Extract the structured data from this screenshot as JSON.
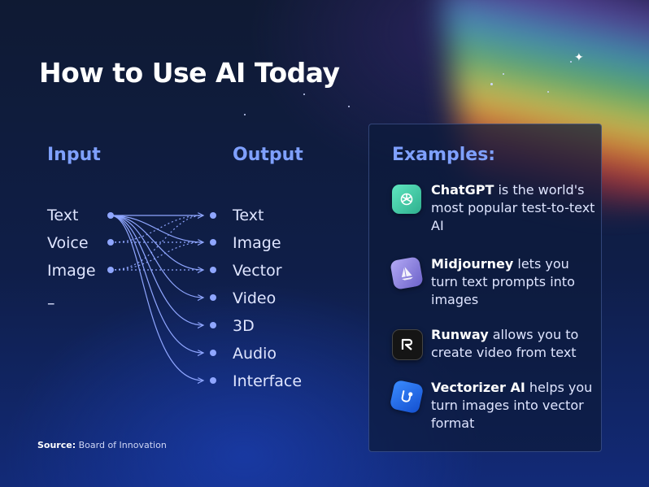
{
  "title": "How to Use AI Today",
  "input": {
    "heading": "Input",
    "items": [
      "Text",
      "Voice",
      "Image",
      "–"
    ]
  },
  "output": {
    "heading": "Output",
    "items": [
      "Text",
      "Image",
      "Vector",
      "Video",
      "3D",
      "Audio",
      "Interface"
    ]
  },
  "examples": {
    "heading": "Examples:",
    "items": [
      {
        "name": "ChatGPT",
        "rest": " is the world's most popular test-to-text AI",
        "icon": "chatgpt-icon",
        "color": "#3fd0a8"
      },
      {
        "name": "Midjourney",
        "rest": " lets you turn text prompts into images",
        "icon": "midjourney-icon",
        "color": "#8f86e6"
      },
      {
        "name": "Runway",
        "rest": " allows you to create video from text",
        "icon": "runway-icon",
        "color": "#1a1a1a"
      },
      {
        "name": "Vectorizer AI",
        "rest": " helps you turn images into vector format",
        "icon": "vectorizer-icon",
        "color": "#1f6de8"
      }
    ]
  },
  "source": {
    "label": "Source:",
    "value": " Board of Innovation"
  },
  "colors": {
    "accent": "#7fa0ff",
    "connector": "#8fa6ff"
  }
}
